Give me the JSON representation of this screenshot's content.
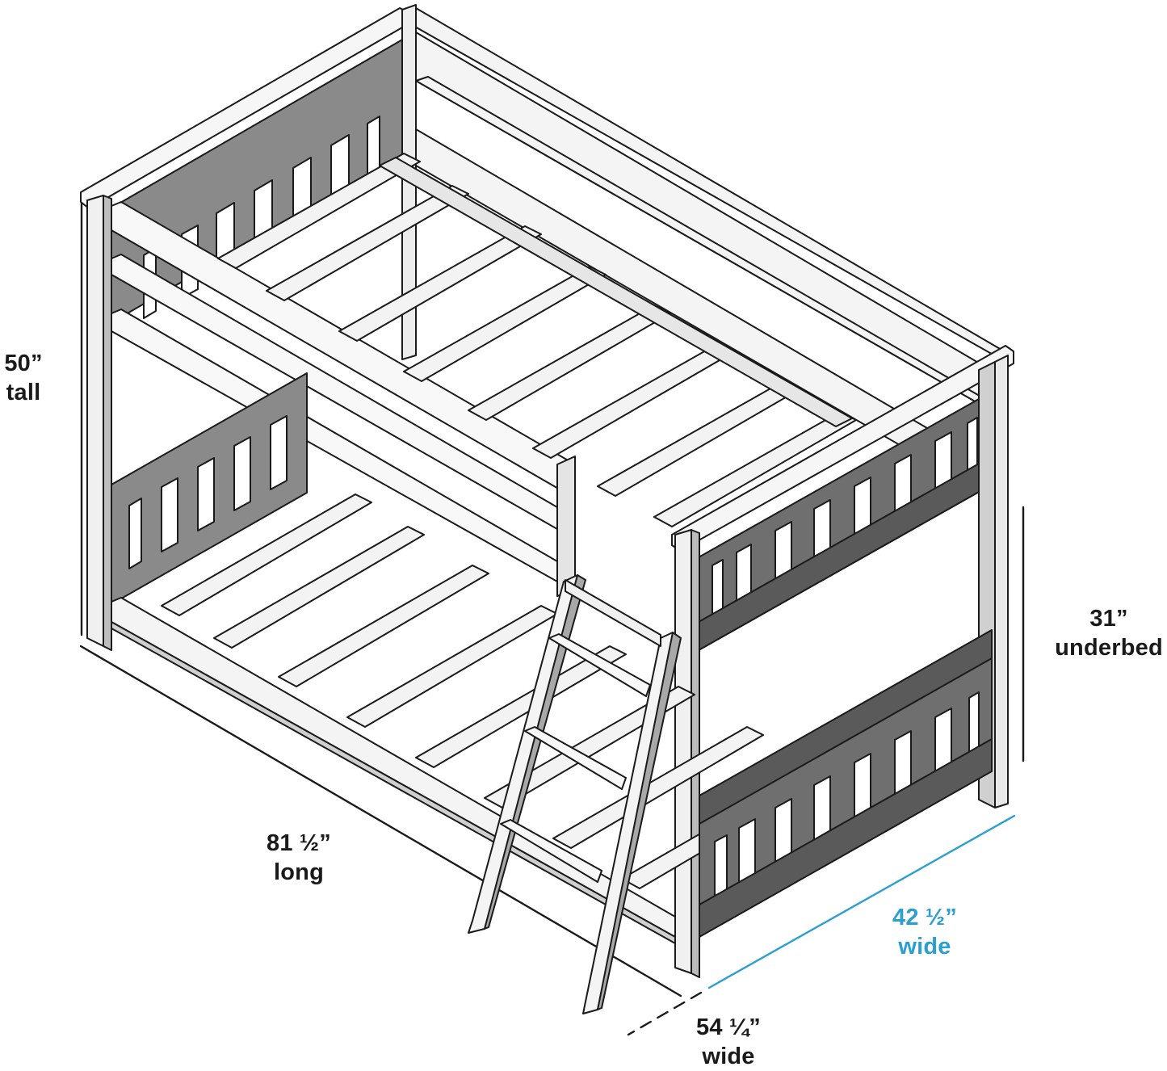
{
  "diagram": {
    "subject": "Twin over twin bunk bed with angled ladder",
    "colors": {
      "background": "#ffffff",
      "outline": "#1a1a1a",
      "frame_light": "#f2f2f2",
      "frame_mid": "#c9c9c9",
      "slat_dark": "#6b6b6b",
      "accent_dimension": "#2a9fd0"
    },
    "dimensions": {
      "height": {
        "value": "50”",
        "label": "tall"
      },
      "underbed": {
        "value": "31”",
        "label": "underbed"
      },
      "length": {
        "value": "81 ½”",
        "label": "long"
      },
      "inner_width": {
        "value": "42 ½”",
        "label": "wide"
      },
      "outer_width": {
        "value": "54 ¼”",
        "label": "wide"
      }
    }
  }
}
